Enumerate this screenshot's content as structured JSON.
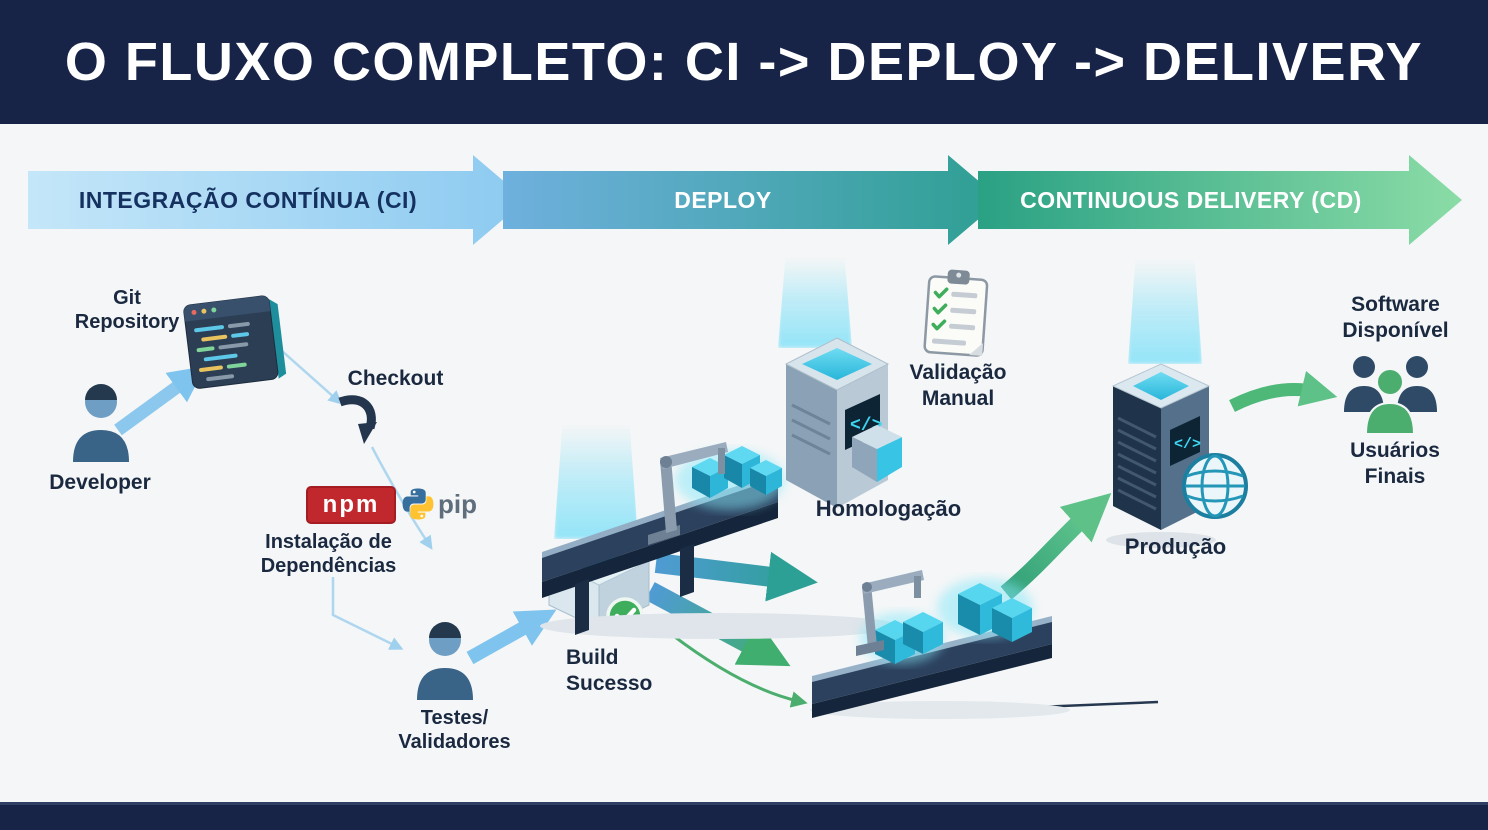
{
  "header": {
    "title": "O FLUXO COMPLETO: CI -> DEPLOY -> DELIVERY"
  },
  "banners": {
    "ci": "INTEGRAÇÃO CONTÍNUA (CI)",
    "deploy": "DEPLOY",
    "cd": "CONTINUOUS DELIVERY (CD)"
  },
  "labels": {
    "git_repository": "Git\nRepository",
    "developer": "Developer",
    "checkout": "Checkout",
    "npm": "npm",
    "pip": "pip",
    "dependencias": "Instalação de\nDependências",
    "testes": "Testes/\nValidadores",
    "build": "Build\nSucesso",
    "validacao": "Validação\nManual",
    "homologacao": "Homologação",
    "producao": "Produção",
    "software": "Software\nDisponível",
    "usuarios": "Usuários\nFinais"
  },
  "icons": {
    "code_symbol": "</>"
  },
  "colors": {
    "navy": "#172448",
    "text": "#1b2940",
    "ci_start": "#c4e6f9",
    "ci_end": "#8ccaf0",
    "deploy_start": "#6fb0de",
    "deploy_end": "#2e9f92",
    "cd_start": "#2aa184",
    "cd_end": "#8bdca6",
    "npm_red": "#c1282d",
    "python_blue": "#366f9d",
    "python_yellow": "#ffc331",
    "success_green": "#3fae5c",
    "arrow_blue": "#7fc4ee",
    "arrow_green": "#4cae6e",
    "glow_cyan": "#57d6f0"
  }
}
